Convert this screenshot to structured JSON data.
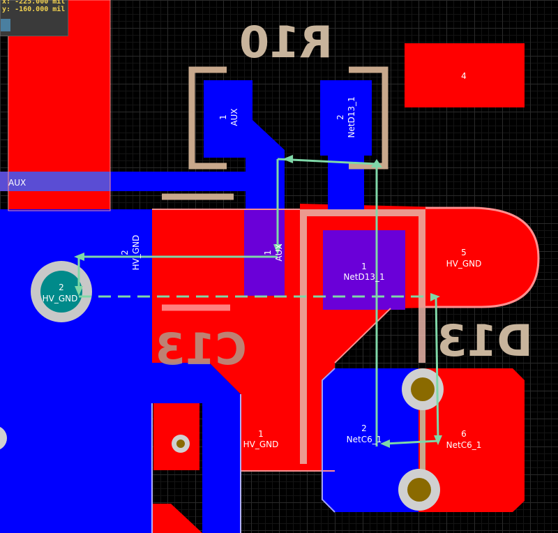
{
  "coordinates": {
    "x_label": "x:",
    "x_value": "-225.000 mil",
    "y_label": "y:",
    "y_value": "-160.000 mil"
  },
  "designators": {
    "r10": "R10",
    "c13": "C13",
    "d13": "D13"
  },
  "pads": {
    "pad4": {
      "number": "4",
      "net": ""
    },
    "r10_pad1": {
      "number": "1",
      "net": "AUX"
    },
    "r10_pad2": {
      "number": "2",
      "net": "NetD13_1"
    },
    "c13_pad2": {
      "number": "2",
      "net": "HV_GND"
    },
    "via_pad2": {
      "number": "2",
      "net": "HV_GND"
    },
    "aux_pad1": {
      "number": "1",
      "net": "AUX"
    },
    "d13_pad1": {
      "number": "1",
      "net": "NetD13_1"
    },
    "d13_pad5": {
      "number": "5",
      "net": "HV_GND"
    },
    "c13_pad1": {
      "number": "1",
      "net": "HV_GND"
    },
    "c6_pad2": {
      "number": "2",
      "net": "NetC6_1"
    },
    "c6_pad6": {
      "number": "6",
      "net": "NetC6_1"
    }
  },
  "nets": {
    "aux_trace": "AUX"
  },
  "colors": {
    "top_layer": "#ff0000",
    "bottom_layer": "#0000ff",
    "overlay": "#c8a88c",
    "connection": "#7fd8a8",
    "via": "#008a8a",
    "drill": "#8a6a00"
  }
}
